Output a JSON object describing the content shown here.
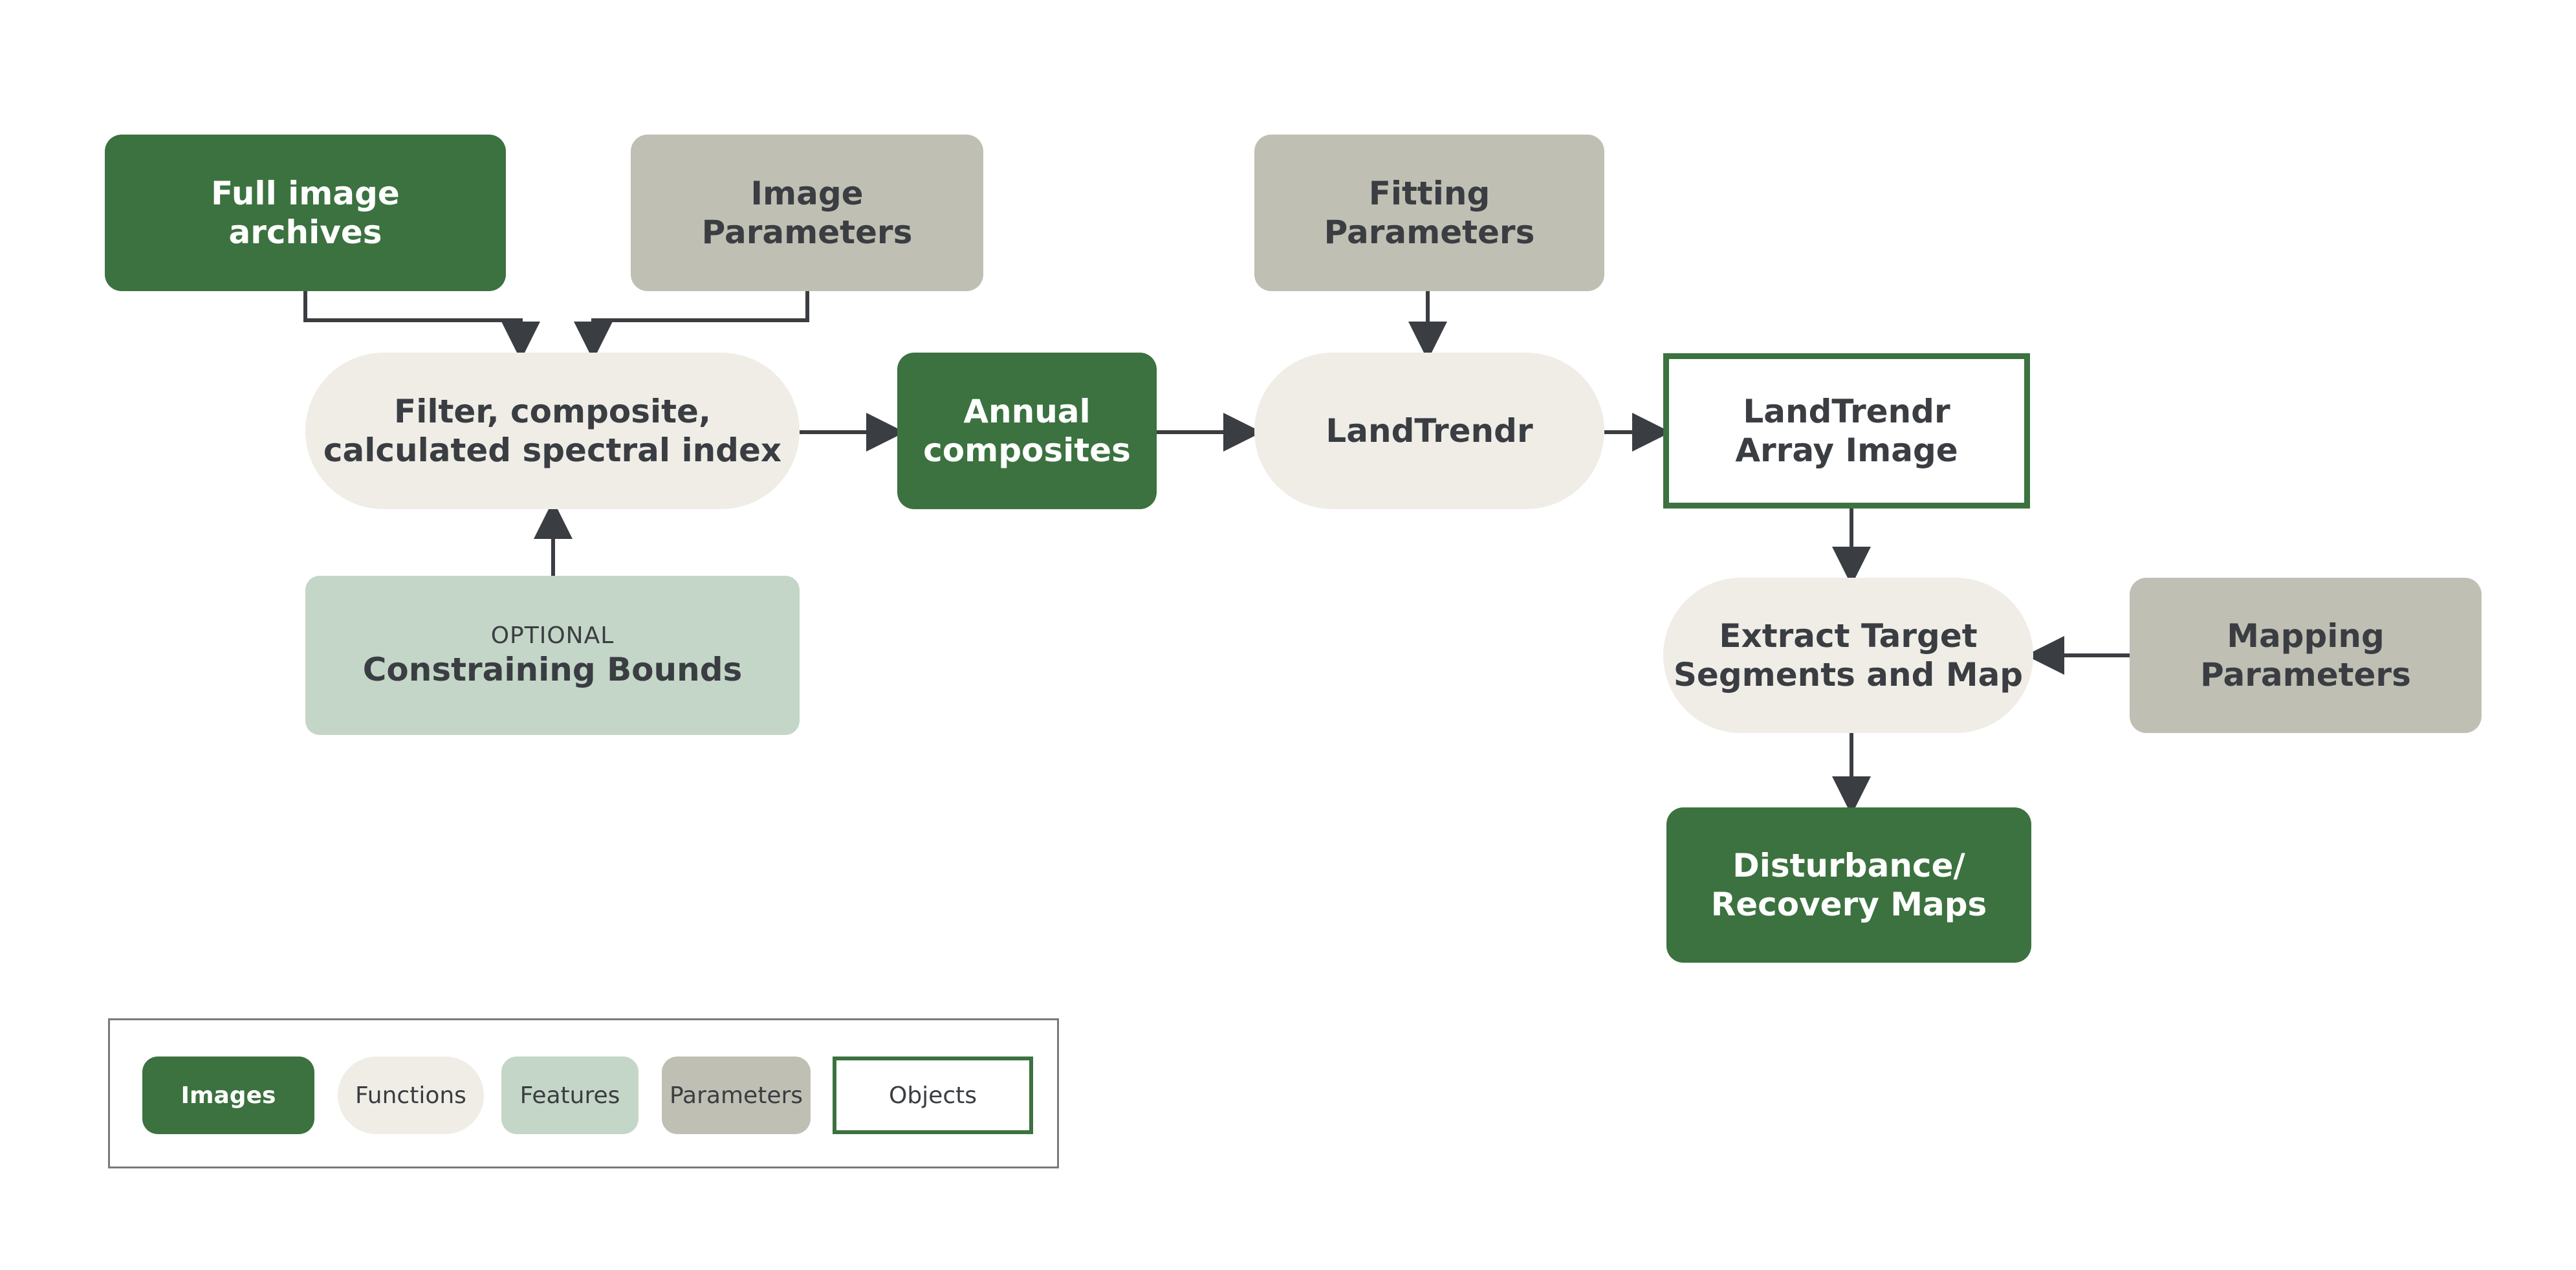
{
  "nodes": {
    "full_image_archives": {
      "line1": "Full image",
      "line2": "archives"
    },
    "image_parameters": {
      "line1": "Image",
      "line2": "Parameters"
    },
    "fitting_parameters": {
      "line1": "Fitting",
      "line2": "Parameters"
    },
    "filter_composite": {
      "line1": "Filter, composite,",
      "line2": "calculated spectral index"
    },
    "annual_composites": {
      "line1": "Annual",
      "line2": "composites"
    },
    "landtrendr": {
      "line1": "LandTrendr"
    },
    "landtrendr_array_image": {
      "line1": "LandTrendr",
      "line2": "Array Image"
    },
    "constraining_bounds": {
      "tag": "OPTIONAL",
      "line1": "Constraining Bounds"
    },
    "extract_target": {
      "line1": "Extract Target",
      "line2": "Segments and Map"
    },
    "mapping_parameters": {
      "line1": "Mapping",
      "line2": "Parameters"
    },
    "disturbance_maps": {
      "line1": "Disturbance/",
      "line2": "Recovery Maps"
    }
  },
  "legend": {
    "images": "Images",
    "functions": "Functions",
    "features": "Features",
    "parameters": "Parameters",
    "objects": "Objects"
  },
  "colors": {
    "images": "#3b723f",
    "functions": "#efede6",
    "features": "#c4d6c7",
    "parameters": "#c0bfb3",
    "objects_border": "#3b723f",
    "arrow": "#3a3d42"
  }
}
